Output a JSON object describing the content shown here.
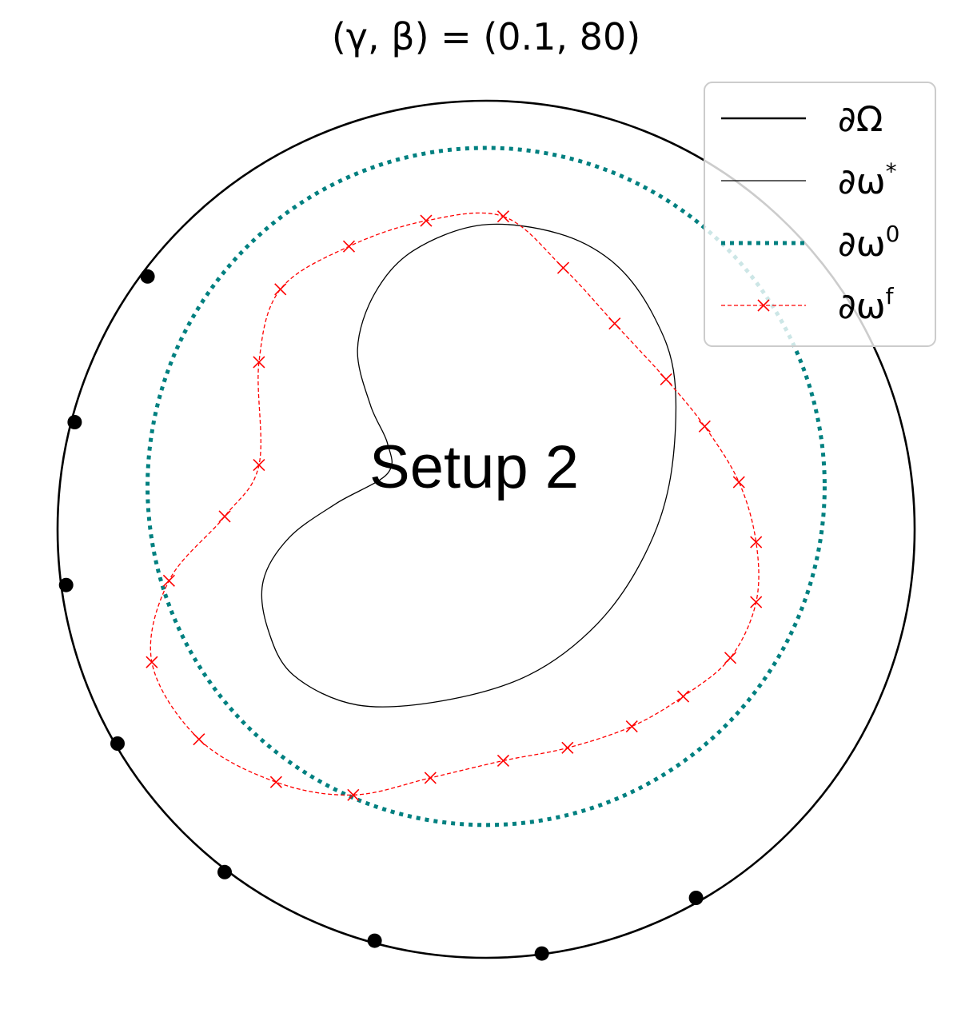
{
  "title": "(γ, β) = (0.1, 80)",
  "annotation": "Setup 2",
  "colors": {
    "domain_boundary": "#000000",
    "true_inclusion": "#000000",
    "initial_guess": "#008080",
    "final_reconstruction": "#ff0000",
    "sensors": "#000000"
  },
  "legend": {
    "placement": "top-right",
    "items": [
      {
        "key": "domain",
        "label": "∂Ω",
        "sup": "",
        "style": "solid-thick"
      },
      {
        "key": "true",
        "label": "∂ω",
        "sup": "*",
        "style": "solid-thin"
      },
      {
        "key": "initial",
        "label": "∂ω",
        "sup": "0",
        "style": "dotted"
      },
      {
        "key": "final",
        "label": "∂ω",
        "sup": "f",
        "style": "dashed-x"
      }
    ]
  },
  "chart_data": {
    "type": "line",
    "title": "(γ, β) = (0.1, 80)",
    "xlim": [
      -1.06,
      1.06
    ],
    "ylim": [
      -1.06,
      1.06
    ],
    "grid": false,
    "axes_visible": false,
    "legend_placement": "top-right",
    "series": [
      {
        "name": "∂Ω",
        "kind": "circle",
        "center": [
          0,
          0
        ],
        "radius": 1.0
      },
      {
        "name": "∂ω*",
        "kind": "closed-curve",
        "points": [
          [
            0.17,
            0.69
          ],
          [
            0.3,
            0.62
          ],
          [
            0.39,
            0.5
          ],
          [
            0.44,
            0.35
          ],
          [
            0.43,
            0.12
          ],
          [
            0.37,
            -0.06
          ],
          [
            0.26,
            -0.22
          ],
          [
            0.1,
            -0.34
          ],
          [
            -0.1,
            -0.4
          ],
          [
            -0.3,
            -0.41
          ],
          [
            -0.45,
            -0.34
          ],
          [
            -0.51,
            -0.23
          ],
          [
            -0.52,
            -0.12
          ],
          [
            -0.46,
            -0.02
          ],
          [
            -0.35,
            0.06
          ],
          [
            -0.23,
            0.13
          ],
          [
            -0.23,
            0.2
          ],
          [
            -0.27,
            0.29
          ],
          [
            -0.3,
            0.42
          ],
          [
            -0.26,
            0.55
          ],
          [
            -0.17,
            0.65
          ],
          [
            -0.01,
            0.71
          ]
        ]
      },
      {
        "name": "∂ω⁰",
        "kind": "circle",
        "center": [
          0,
          0.1
        ],
        "radius": 0.79
      },
      {
        "name": "∂ωᶠ",
        "kind": "closed-curve-markers",
        "points": [
          [
            0.04,
            0.73
          ],
          [
            0.18,
            0.61
          ],
          [
            0.3,
            0.48
          ],
          [
            0.42,
            0.35
          ],
          [
            0.51,
            0.24
          ],
          [
            0.59,
            0.11
          ],
          [
            0.63,
            -0.03
          ],
          [
            0.63,
            -0.17
          ],
          [
            0.57,
            -0.3
          ],
          [
            0.46,
            -0.39
          ],
          [
            0.34,
            -0.46
          ],
          [
            0.19,
            -0.51
          ],
          [
            0.04,
            -0.54
          ],
          [
            -0.13,
            -0.58
          ],
          [
            -0.31,
            -0.62
          ],
          [
            -0.49,
            -0.59
          ],
          [
            -0.67,
            -0.49
          ],
          [
            -0.78,
            -0.31
          ],
          [
            -0.74,
            -0.12
          ],
          [
            -0.61,
            0.03
          ],
          [
            -0.53,
            0.15
          ],
          [
            -0.53,
            0.39
          ],
          [
            -0.48,
            0.56
          ],
          [
            -0.32,
            0.66
          ],
          [
            -0.14,
            0.72
          ]
        ]
      },
      {
        "name": "sensors",
        "kind": "points",
        "points": [
          [
            -0.79,
            0.59
          ],
          [
            -0.96,
            0.25
          ],
          [
            -0.98,
            -0.13
          ],
          [
            -0.86,
            -0.5
          ],
          [
            -0.61,
            -0.8
          ],
          [
            -0.26,
            -0.96
          ],
          [
            0.13,
            -0.99
          ],
          [
            0.49,
            -0.86
          ]
        ]
      }
    ]
  }
}
